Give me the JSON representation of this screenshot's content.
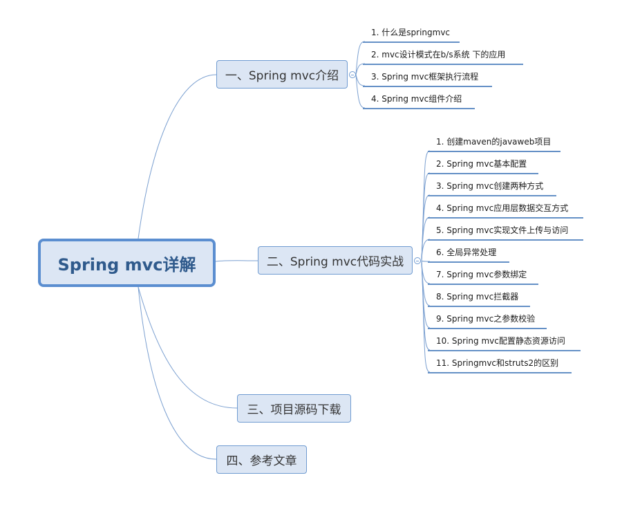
{
  "mindmap": {
    "root": "Spring mvc详解",
    "branches": [
      {
        "label": "一、Spring mvc介绍",
        "children": [
          "1. 什么是springmvc",
          "2. mvc设计模式在b/s系统 下的应用",
          "3. Spring mvc框架执行流程",
          "4. Spring mvc组件介绍"
        ]
      },
      {
        "label": "二、Spring mvc代码实战",
        "children": [
          "1. 创建maven的javaweb项目",
          "2. Spring mvc基本配置",
          "3. Spring mvc创建两种方式",
          "4. Spring mvc应用层数据交互方式",
          "5. Spring mvc实现文件上传与访问",
          "6. 全局异常处理",
          "7. Spring mvc参数绑定",
          "8. Spring mvc拦截器",
          "9. Spring mvc之参数校验",
          "10. Spring mvc配置静态资源访问",
          "11. Springmvc和struts2的区别"
        ]
      },
      {
        "label": "三、项目源码下载",
        "children": []
      },
      {
        "label": "四、参考文章",
        "children": []
      }
    ]
  },
  "colors": {
    "node_fill": "#dce6f4",
    "root_border": "#5b8ed0",
    "branch_border": "#6f9bd1",
    "connector": "#7a9fd0",
    "leaf_underline": "#6490c6",
    "root_text": "#2f5a8c"
  },
  "icons": {
    "collapse": "collapse-toggle-icon"
  }
}
